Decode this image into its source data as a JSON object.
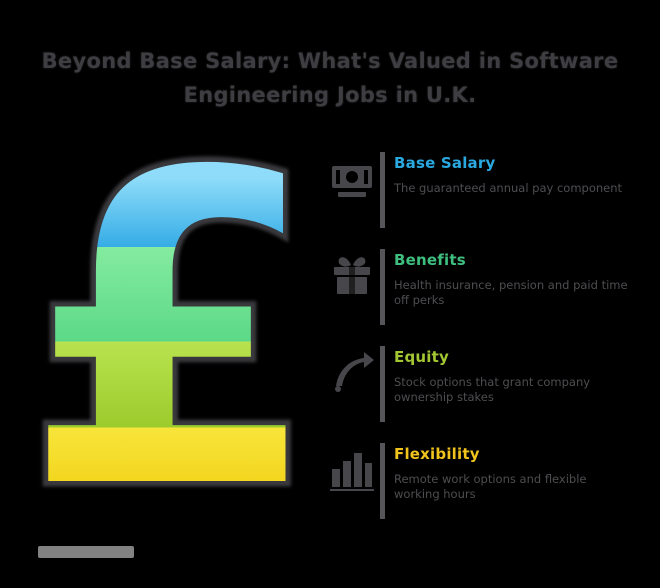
{
  "title": {
    "line1": "Beyond Base Salary: What's Valued in Software",
    "line2": "Engineering Jobs in U.K."
  },
  "pound": {
    "symbol": "£",
    "band_colors": {
      "blue": "#35ace6",
      "green": "#5cd987",
      "lime": "#9ccb2d",
      "yellow": "#efcd0e"
    }
  },
  "items": [
    {
      "title": "Base Salary",
      "color": "#29a9e0",
      "description": "The guaranteed annual pay component",
      "icon": "banknote-icon"
    },
    {
      "title": "Benefits",
      "color": "#3fbf7f",
      "description": "Health insurance, pension and paid time off perks",
      "icon": "gift-icon"
    },
    {
      "title": "Equity",
      "color": "#a3c633",
      "description": "Stock options that grant company ownership stakes",
      "icon": "growth-arrow-icon"
    },
    {
      "title": "Flexibility",
      "color": "#f0c41c",
      "description": "Remote work options and flexible working hours",
      "icon": "bar-chart-icon"
    }
  ]
}
